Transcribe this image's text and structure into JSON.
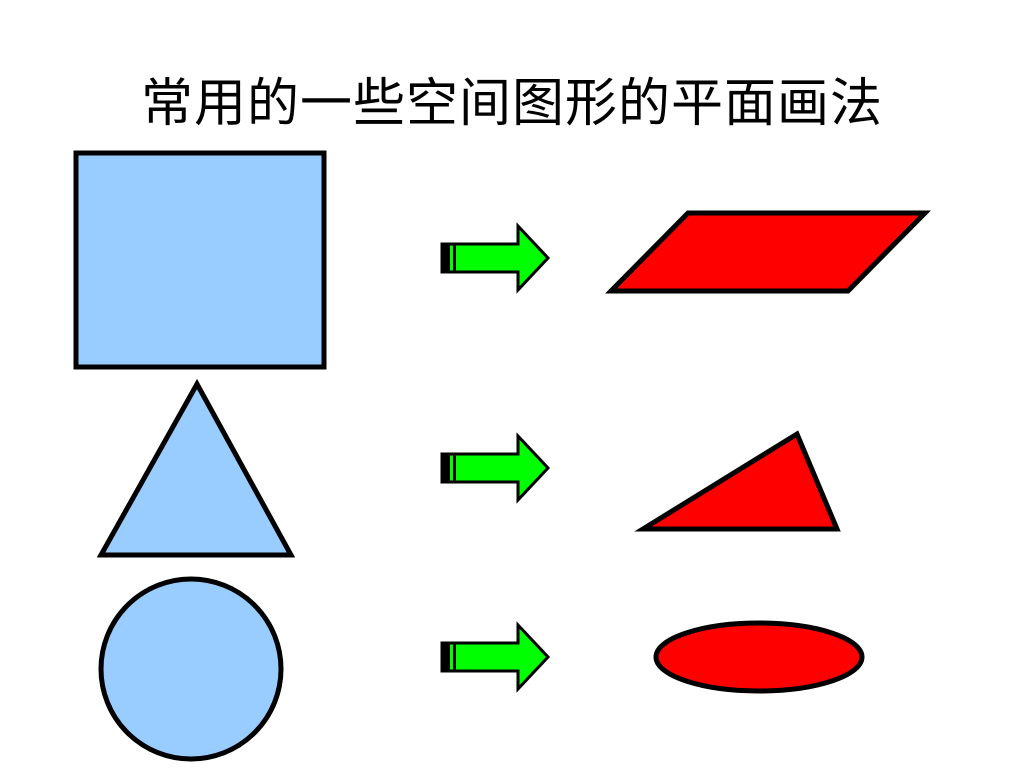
{
  "slide": {
    "title": "常用的一些空间图形的平面画法"
  },
  "colors": {
    "original_fill": "#99ccff",
    "projection_fill": "#ff0000",
    "arrow_fill": "#00ff00",
    "outline": "#000000",
    "background": "#ffffff"
  },
  "rows": [
    {
      "original": "square",
      "arrow": "right-arrow-icon",
      "projection": "parallelogram"
    },
    {
      "original": "equilateral-triangle",
      "arrow": "right-arrow-icon",
      "projection": "oblique-triangle"
    },
    {
      "original": "circle",
      "arrow": "right-arrow-icon",
      "projection": "ellipse"
    }
  ]
}
